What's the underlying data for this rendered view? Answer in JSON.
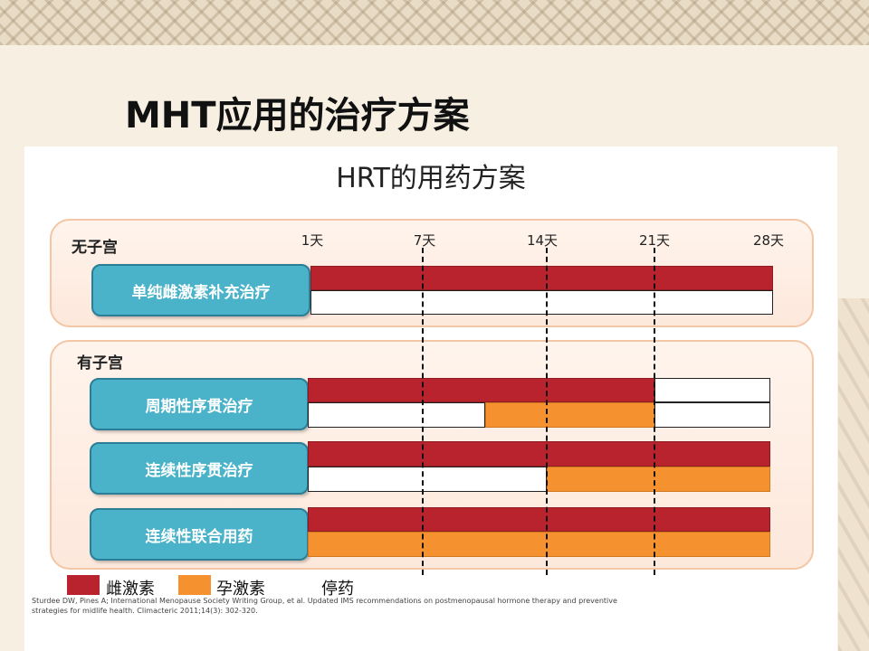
{
  "slide": {
    "title": "MHT应用的治疗方案"
  },
  "diagram": {
    "title": "HRT的用药方案",
    "days": [
      "1天",
      "7天",
      "14天",
      "21天",
      "28天"
    ],
    "groups": [
      {
        "label": "无子宫",
        "regimens": [
          "单纯雌激素补充治疗"
        ]
      },
      {
        "label": "有子宫",
        "regimens": [
          "周期性序贯治疗",
          "连续性序贯治疗",
          "连续性联合用药"
        ]
      }
    ],
    "legend": {
      "estrogen": "雌激素",
      "progestin": "孕激素",
      "stop": "停药"
    },
    "colors": {
      "estrogen": "#b8232e",
      "progestin": "#f5922f",
      "stop": "#ffffff",
      "regimen": "#4ab3c9"
    },
    "citation": "Sturdee DW, Pines A; International Menopause Society Writing Group, et al. Updated IMS recommendations on postmenopausal hormone therapy and preventive strategies for midlife health. Climacteric 2011;14(3): 302-320."
  }
}
